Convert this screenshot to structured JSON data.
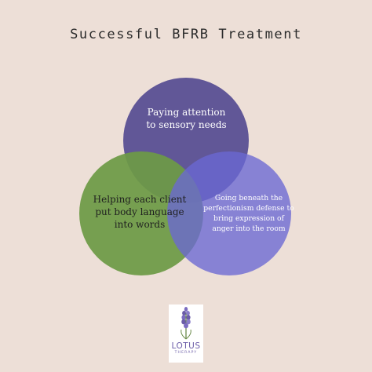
{
  "title": "Successful BFRB Treatment",
  "circles": {
    "top": {
      "text": "Paying attention to sensory needs",
      "color": "#5a4f94"
    },
    "left": {
      "text": "Helping each client put body language into words",
      "color": "#6d9a46"
    },
    "right": {
      "text": "Going beneath the perfectionism defense to bring expression of anger into the room",
      "color": "#6a68d4"
    }
  },
  "logo": {
    "name": "LOTUS",
    "subtitle": "THERAPY",
    "icon": "lavender-flower-icon"
  }
}
